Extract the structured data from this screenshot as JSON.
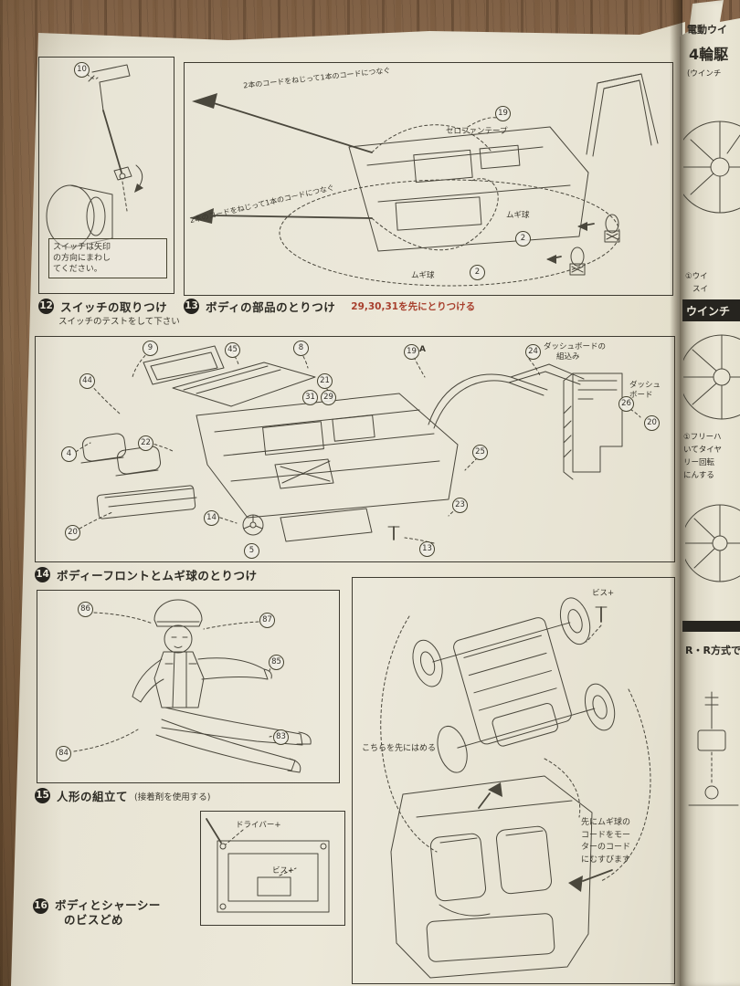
{
  "colors": {
    "red": "#a8402e",
    "ink": "#3a382f"
  },
  "steps": {
    "s12": {
      "num": "12",
      "title": "スイッチの取りつけ",
      "sub": "スイッチのテストをして下さい",
      "part10": "10",
      "note1": "スイッチは矢印",
      "note2": "の方向にまわし",
      "note3": "てください。"
    },
    "s13": {
      "num": "13",
      "title": "ボディの部品のとりつけ",
      "red_note": "29,30,31を先にとりつける",
      "twist": "2本のコードをねじって1本のコードにつなぐ",
      "tape": "セロファンテープ",
      "bulb": "ムギ球",
      "part19": "19",
      "part2": "2"
    },
    "s14": {
      "num": "14",
      "title": "ボディーフロントとムギ球のとりつけ",
      "dash_note1": "ダッシュボードの",
      "dash_note2": "組込み",
      "dash_label1": "ダッシュ",
      "dash_label2": "ボード",
      "a_suffix": "A",
      "parts": [
        "9",
        "45",
        "8",
        "44",
        "4",
        "22",
        "20",
        "14",
        "5",
        "21",
        "31",
        "29",
        "19",
        "24",
        "25",
        "23",
        "13",
        "26",
        "20"
      ]
    },
    "s15": {
      "num": "15",
      "title": "人形の組立て",
      "sub": "(接着剤を使用する)",
      "parts": [
        "86",
        "87",
        "85",
        "83",
        "84"
      ]
    },
    "s16": {
      "num": "16",
      "title1": "ボディとシャーシー",
      "title2": "のビスどめ",
      "driver": "ドライバー+",
      "screw": "ビス+"
    },
    "sbr": {
      "screw": "ビス+",
      "fit": "こちらを先にはめる",
      "note1": "先にムギ球の",
      "note2": "コードをモー",
      "note3": "ターのコード",
      "note4": "にむすびます"
    }
  },
  "side": {
    "t1": "電動ウイ",
    "t2": "4輪駆",
    "t3": "(ウインチ",
    "t4": "①ウイ",
    "t5": "スイ",
    "bar1": "ウインチ",
    "t6": "①フリーハ",
    "t7": "いてタイヤ",
    "t8": "リー回転",
    "t9": "にんする",
    "t10": "R・R方式で"
  }
}
